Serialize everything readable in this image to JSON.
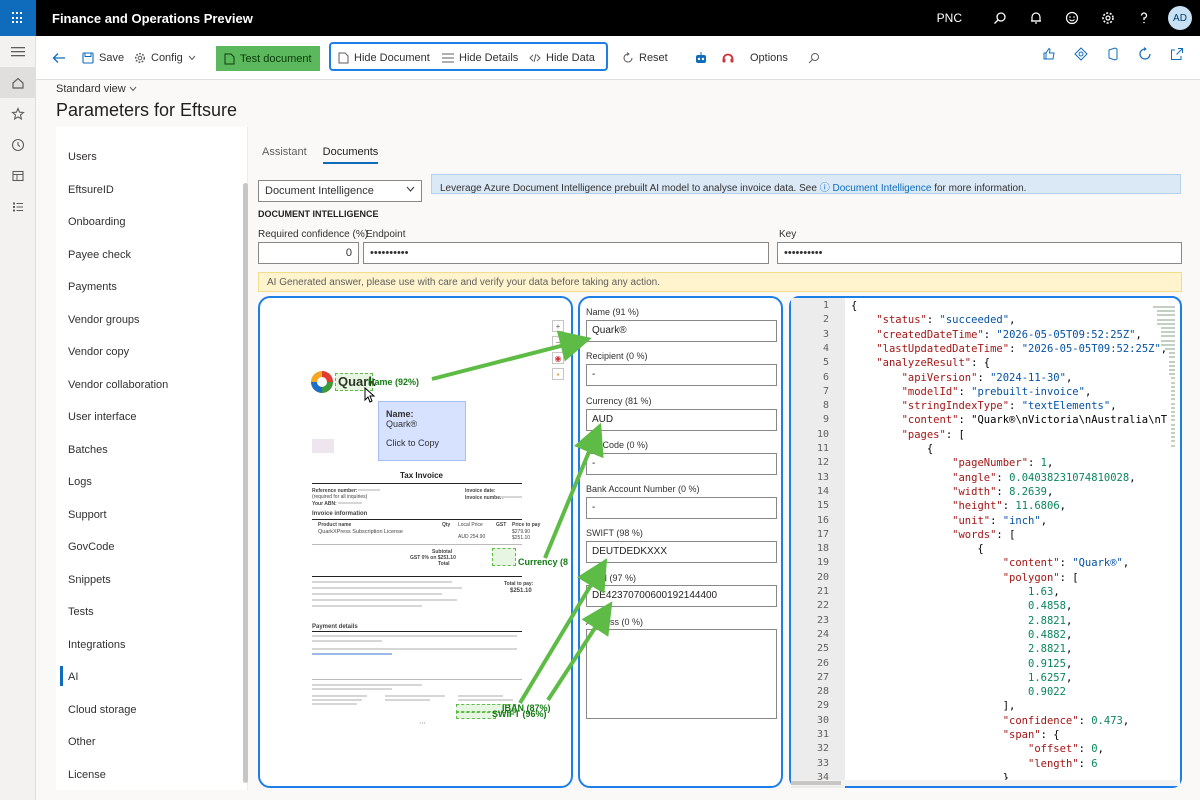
{
  "app_title": "Finance and Operations Preview",
  "company": "PNC",
  "user_initials": "AD",
  "toolbar": {
    "save": "Save",
    "config": "Config",
    "test_document": "Test document",
    "hide_document": "Hide Document",
    "hide_details": "Hide Details",
    "hide_data": "Hide Data",
    "reset": "Reset",
    "options": "Options"
  },
  "view_label": "Standard view",
  "page_title": "Parameters for Eftsure",
  "left_nav": {
    "items": [
      "Users",
      "EftsureID",
      "Onboarding",
      "Payee check",
      "Payments",
      "Vendor groups",
      "Vendor copy",
      "Vendor collaboration",
      "User interface",
      "Batches",
      "Logs",
      "Support",
      "GovCode",
      "Snippets",
      "Tests",
      "Integrations",
      "AI",
      "Cloud storage",
      "Other",
      "License"
    ],
    "selected": "AI"
  },
  "tabs": [
    "Assistant",
    "Documents"
  ],
  "selected_tab": "Documents",
  "provider": "Document Intelligence",
  "info": {
    "text_before": "Leverage Azure Document Intelligence prebuilt AI model to analyse invoice data. See",
    "link": "Document Intelligence",
    "text_after": "for more information."
  },
  "section_title": "DOCUMENT INTELLIGENCE",
  "fields": {
    "confidence_label": "Required confidence (%)",
    "confidence_value": "0",
    "endpoint_label": "Endpoint",
    "endpoint_value": "••••••••••",
    "key_label": "Key",
    "key_value": "••••••••••"
  },
  "ai_warning": "AI Generated answer, please use with care and verify your data before taking any action.",
  "document": {
    "logo_text": "Quark",
    "overlay_name": "Name (92%)",
    "overlay_currency": "Currency (8",
    "overlay_iban": "IBAN (87%)",
    "overlay_swift": "SWIFT (96%)",
    "tooltip_title": "Name:",
    "tooltip_value": "Quark®",
    "tooltip_action": "Click to Copy",
    "invoice_title": "Tax Invoice",
    "lines": [
      "Reference number:",
      "(required for all inquiries)",
      "Your ABN:",
      "Invoice date:",
      "Invoice number:",
      "Invoice information",
      "Product name",
      "Qty",
      "Local Price",
      "GST",
      "Price to pay",
      "QuarkXPress Subscription License",
      "AUD 254.90",
      "$279.90",
      "$251.10",
      "Subtotal",
      "GST 0% on $251.10",
      "Total",
      "Total to pay:",
      "$251.10",
      "Payment details"
    ]
  },
  "extracted": [
    {
      "label": "Name (91 %)",
      "value": "Quark®"
    },
    {
      "label": "Recipient (0 %)",
      "value": "-"
    },
    {
      "label": "Currency (81 %)",
      "value": "AUD"
    },
    {
      "label": "GovCode (0 %)",
      "value": "-"
    },
    {
      "label": "Bank Account Number (0 %)",
      "value": "-"
    },
    {
      "label": "SWIFT (98 %)",
      "value": "DEUTDEDKXXX"
    },
    {
      "label": "IBAN (97 %)",
      "value": "DE42370700600192144400"
    },
    {
      "label": "Address (0 %)",
      "value": ""
    }
  ],
  "json_lines": [
    "{",
    "    \"status\": \"succeeded\",",
    "    \"createdDateTime\": \"2026-05-05T09:52:25Z\",",
    "    \"lastUpdatedDateTime\": \"2026-05-05T09:52:25Z\",",
    "    \"analyzeResult\": {",
    "        \"apiVersion\": \"2024-11-30\",",
    "        \"modelId\": \"prebuilt-invoice\",",
    "        \"stringIndexType\": \"textElements\",",
    "        \"content\": \"Quark®\\nVictoria\\nAustralia\\nT",
    "        \"pages\": [",
    "            {",
    "                \"pageNumber\": 1,",
    "                \"angle\": 0.04038231074810028,",
    "                \"width\": 8.2639,",
    "                \"height\": 11.6806,",
    "                \"unit\": \"inch\",",
    "                \"words\": [",
    "                    {",
    "                        \"content\": \"Quark®\",",
    "                        \"polygon\": [",
    "                            1.63,",
    "                            0.4858,",
    "                            2.8821,",
    "                            0.4882,",
    "                            2.8821,",
    "                            0.9125,",
    "                            1.6257,",
    "                            0.9022",
    "                        ],",
    "                        \"confidence\": 0.473,",
    "                        \"span\": {",
    "                            \"offset\": 0,",
    "                            \"length\": 6",
    "                        }"
  ]
}
